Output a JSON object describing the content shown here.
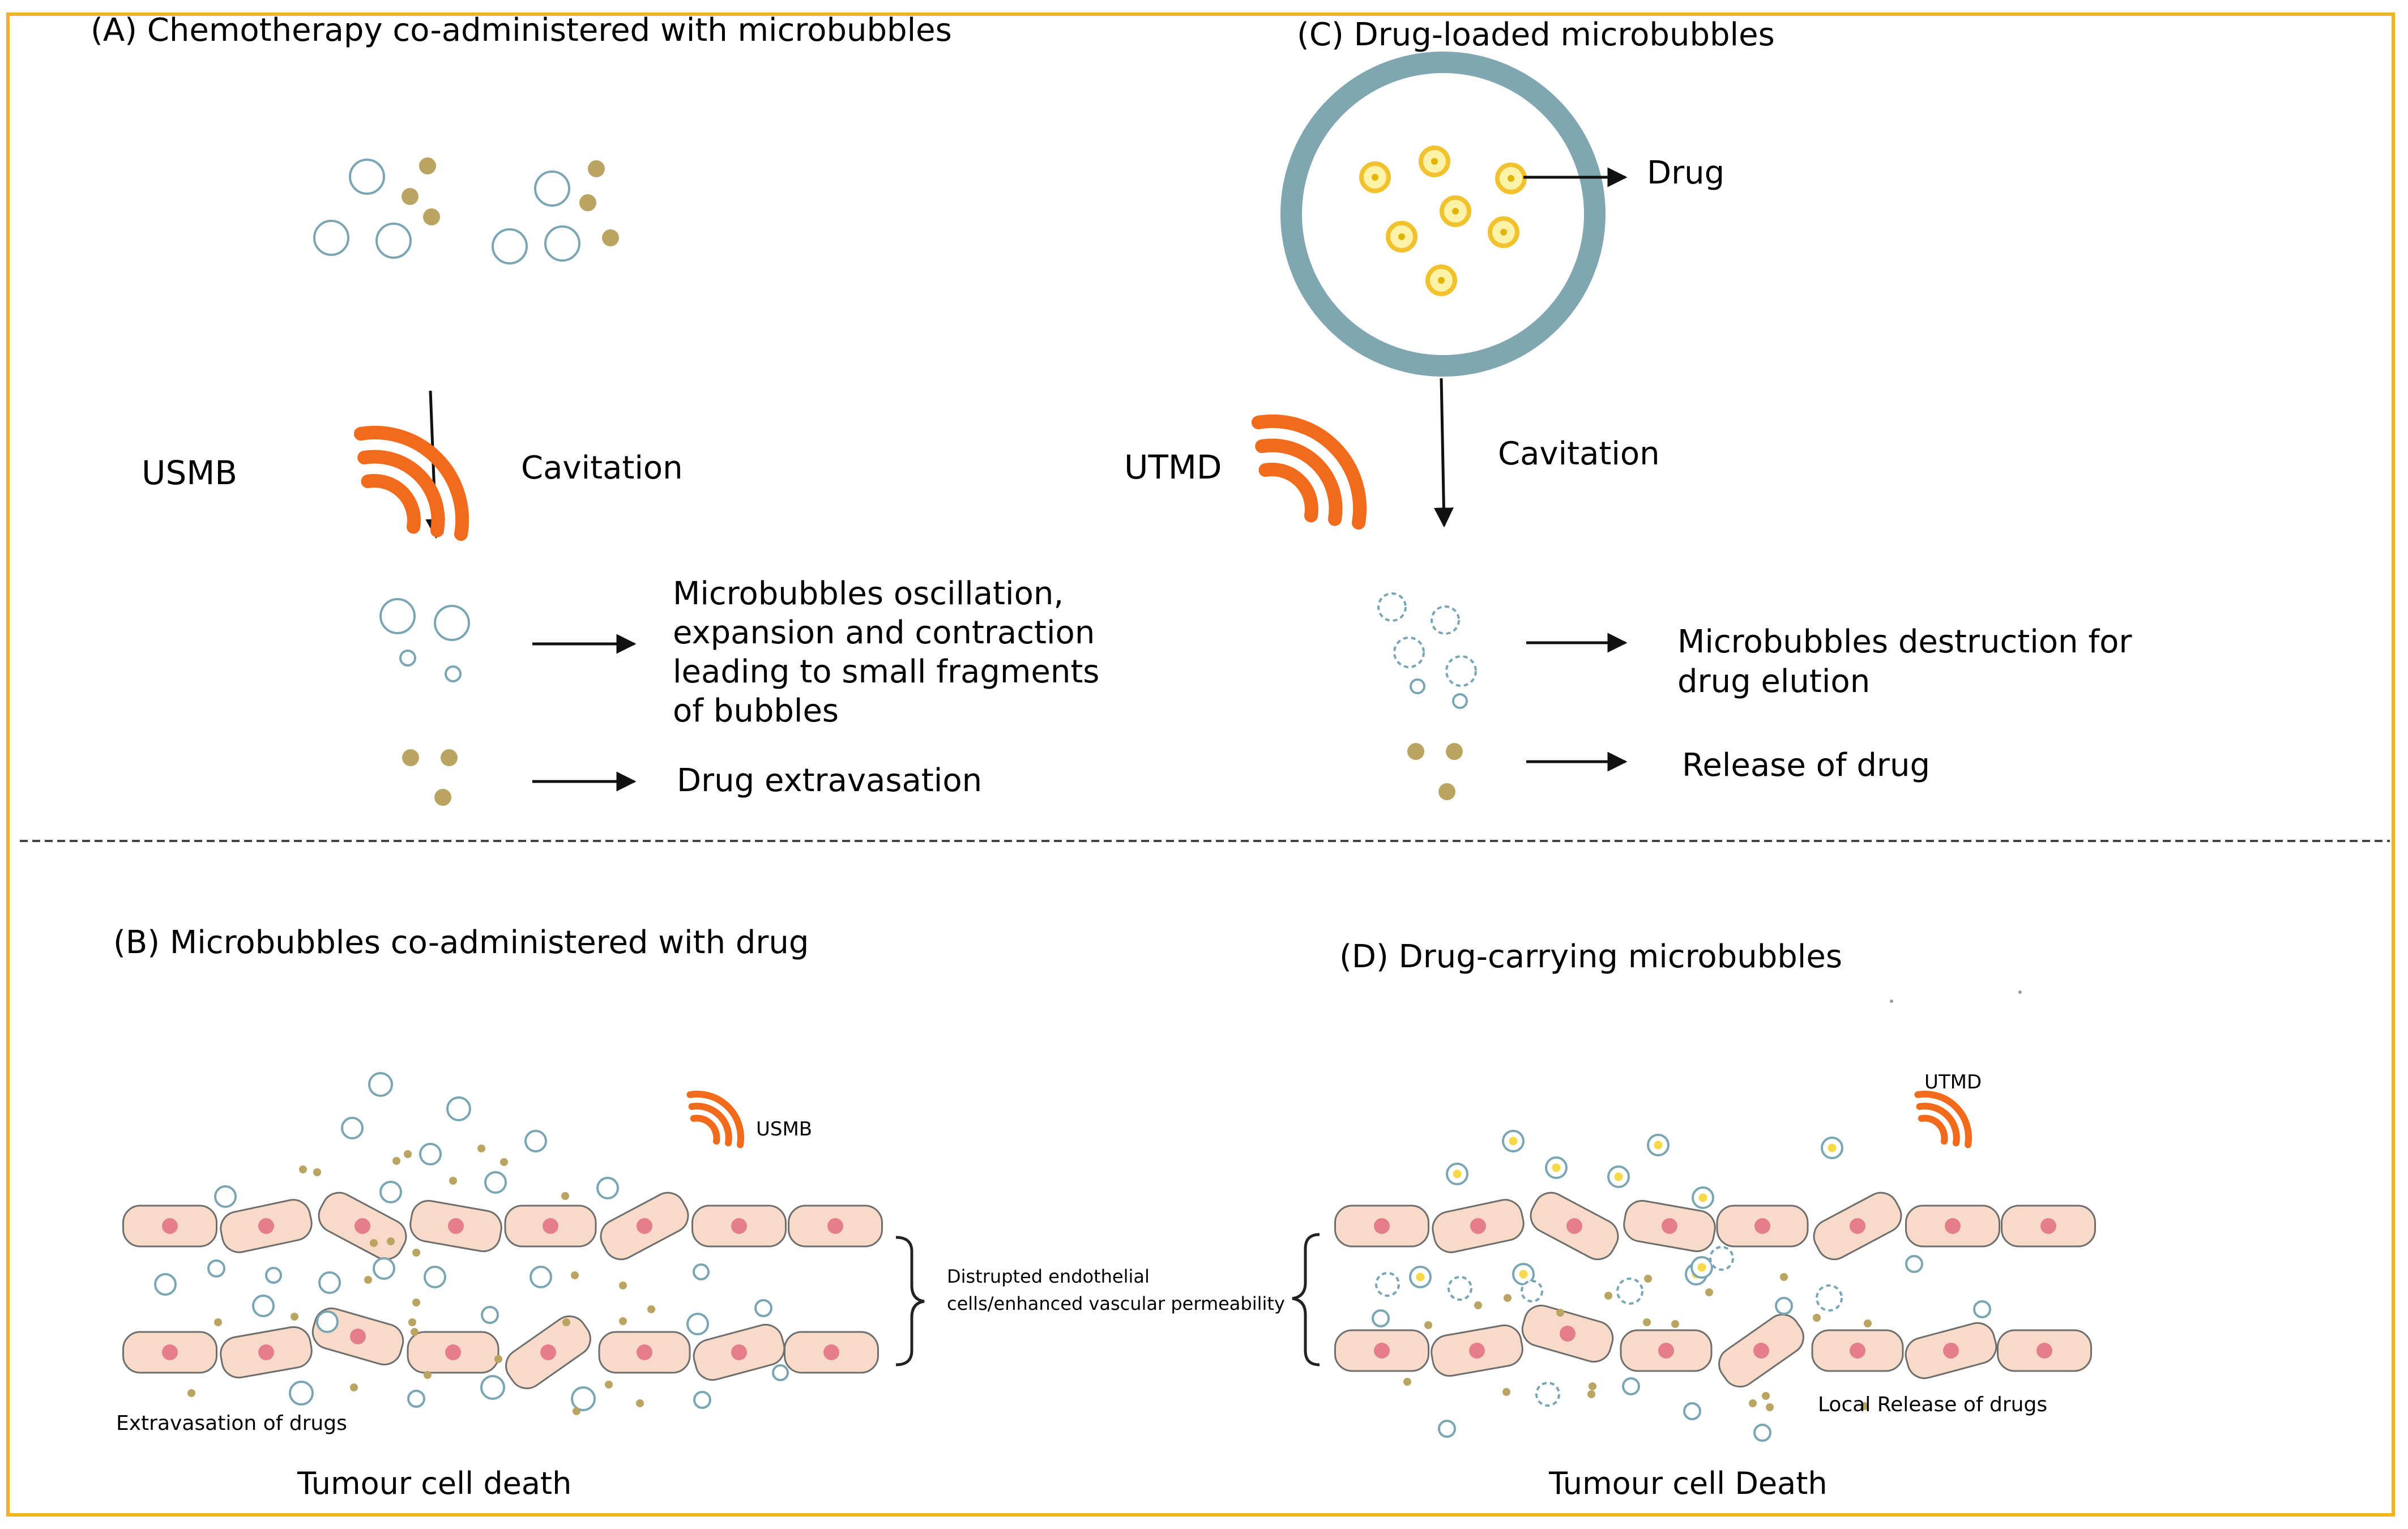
{
  "panels": {
    "a": {
      "title": "(A) Chemotherapy co-administered with microbubbles",
      "stimulus": "USMB",
      "process": "Cavitation",
      "outcome_1": [
        "Microbubbles oscillation,",
        "expansion and contraction",
        "leading to small fragments",
        "of bubbles"
      ],
      "outcome_2": "Drug extravasation"
    },
    "b": {
      "title": "(B) Microbubbles co-administered with drug",
      "stimulus": "USMB",
      "bracket_label": [
        "Distrupted endothelial",
        "cells/enhanced vascular permeability"
      ],
      "side_label": "Extravasation of drugs",
      "result": "Tumour cell death"
    },
    "c": {
      "title": "(C) Drug-loaded microbubbles",
      "drug_label": "Drug",
      "stimulus": "UTMD",
      "process": "Cavitation",
      "outcome_1": [
        "Microbubbles destruction for",
        "drug elution"
      ],
      "outcome_2": "Release of drug"
    },
    "d": {
      "title": "(D) Drug-carrying microbubbles",
      "stimulus": "UTMD",
      "side_label": "Local Release of drugs",
      "result": "Tumour cell Death"
    }
  },
  "colors": {
    "frame": "#f0b323",
    "bubble_stroke": "#7aa6b4",
    "drug": "#b9a462",
    "wave": "#f26a1b",
    "shell": "#7fa6b1",
    "core": "#f6d94a",
    "cell_fill": "#f8dac8",
    "nucleus": "#e47e8a"
  }
}
